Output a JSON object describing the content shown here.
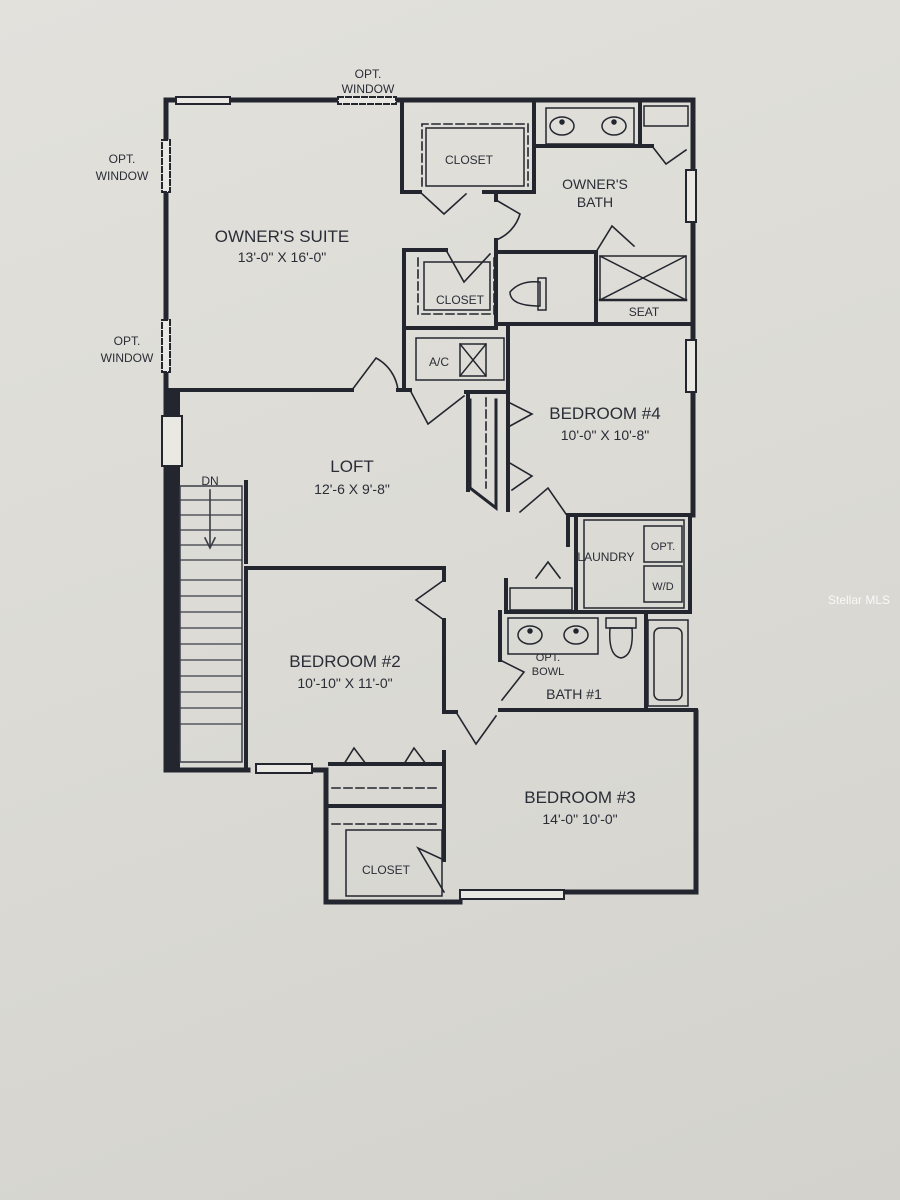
{
  "rooms": {
    "owners_suite": {
      "name": "OWNER'S SUITE",
      "dims": "13'-0\" X 16'-0\""
    },
    "owners_bath": {
      "line1": "OWNER'S",
      "line2": "BATH"
    },
    "closet_top": "CLOSET",
    "closet_mid": "CLOSET",
    "closet_bottom": "CLOSET",
    "seat": "SEAT",
    "ac": "A/C",
    "bedroom4": {
      "name": "BEDROOM #4",
      "dims": "10'-0\" X 10'-8\""
    },
    "loft": {
      "name": "LOFT",
      "dims": "12'-6 X 9'-8\""
    },
    "stairs_dn": "DN",
    "laundry": "LAUNDRY",
    "opt": "OPT.",
    "wd": "W/D",
    "opt_bowl": {
      "line1": "OPT.",
      "line2": "BOWL"
    },
    "bath1": "BATH #1",
    "bedroom2": {
      "name": "BEDROOM #2",
      "dims": "10'-10\" X 11'-0\""
    },
    "bedroom3": {
      "name": "BEDROOM #3",
      "dims": "14'-0\" 10'-0\""
    }
  },
  "windows": {
    "top": {
      "line1": "OPT.",
      "line2": "WINDOW"
    },
    "left_upper": {
      "line1": "OPT.",
      "line2": "WINDOW"
    },
    "left_lower": {
      "line1": "OPT.",
      "line2": "WINDOW"
    }
  },
  "watermark": "Stellar MLS",
  "colors": {
    "wall": "#23262f",
    "paper": "#e0dfda",
    "label": "#2a2d36"
  }
}
